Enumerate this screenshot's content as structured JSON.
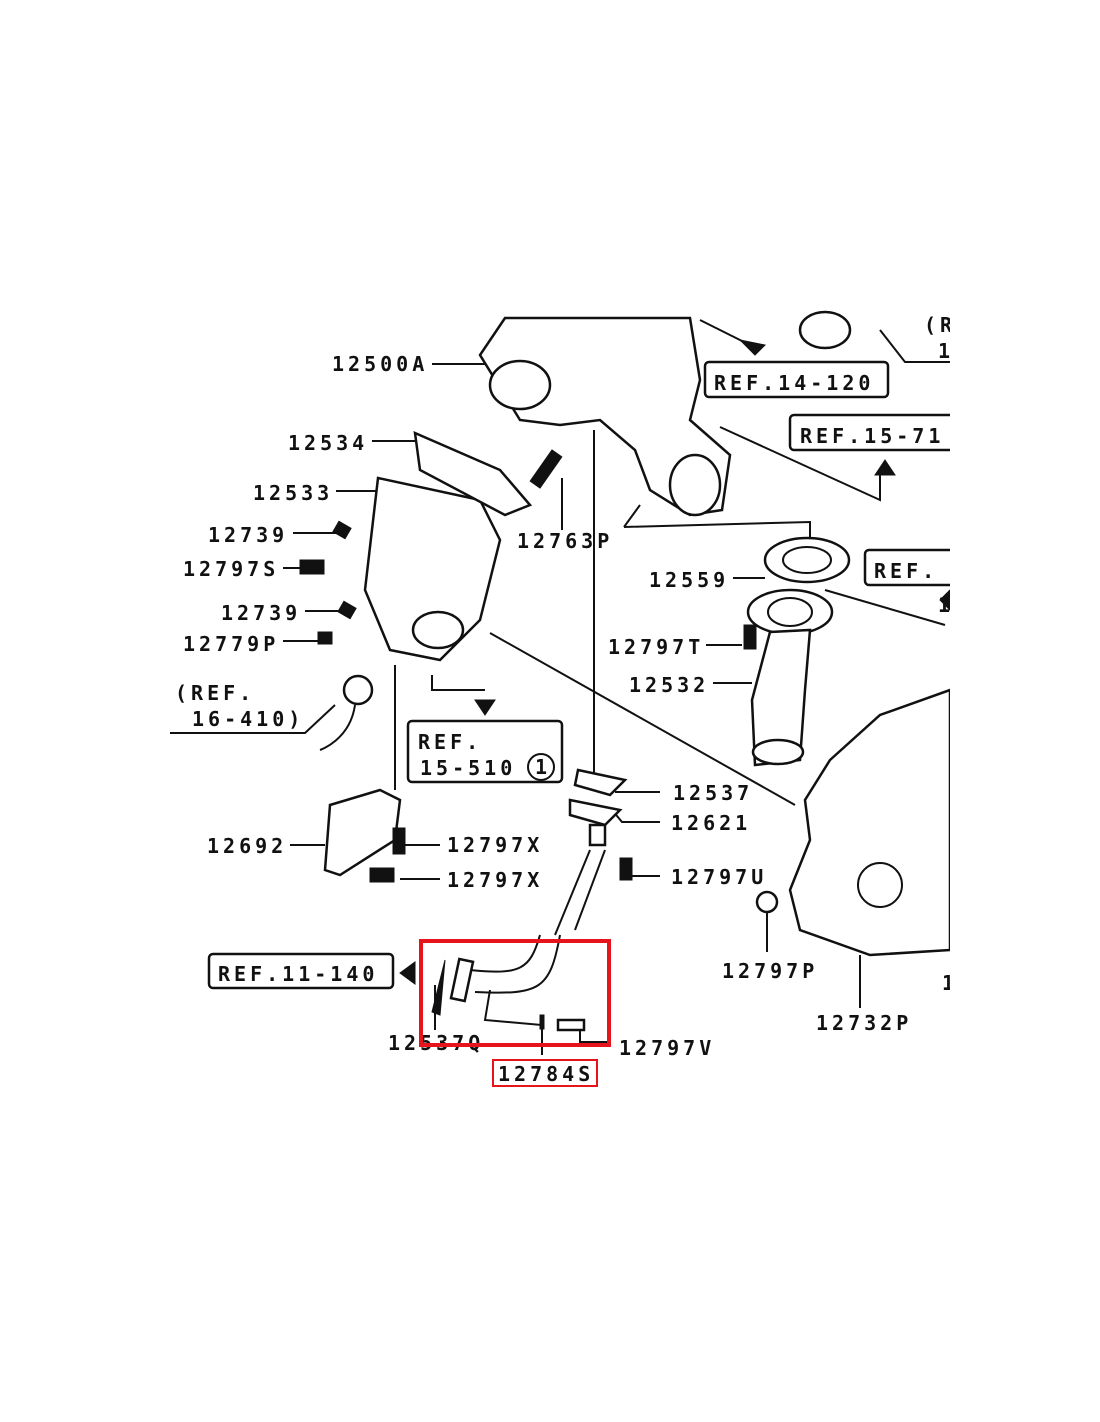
{
  "diagram": {
    "part_labels": {
      "p12500A": "12500A",
      "p12534": "12534",
      "p12533": "12533",
      "p12739a": "12739",
      "p12797S": "12797S",
      "p12739b": "12739",
      "p12779P": "12779P",
      "p12763P": "12763P",
      "p12559": "12559",
      "p12797T": "12797T",
      "p12532": "12532",
      "p12537": "12537",
      "p12621": "12621",
      "p12692": "12692",
      "p12797Xa": "12797X",
      "p12797Xb": "12797X",
      "p12797U": "12797U",
      "p12797P": "12797P",
      "p12732P": "12732P",
      "p12537Q": "12537Q",
      "p12797V": "12797V",
      "p12784S": "12784S",
      "right_edge_1": "1"
    },
    "refs": {
      "ref_16_410_line1": "(REF.",
      "ref_16_410_line2": "16-410)",
      "ref_14_120": "REF.14-120",
      "ref_15_71": "REF.15-71",
      "ref_cut": "REF.",
      "ref_cut_1": "1",
      "ref_top_right_1": "(R",
      "ref_top_right_2": "1",
      "ref_15_510_line1": "REF.",
      "ref_15_510_line2": "15-510",
      "ref_15_510_circle": "1",
      "ref_11_140": "REF.11-140"
    },
    "highlight_color": "#e8141b"
  }
}
